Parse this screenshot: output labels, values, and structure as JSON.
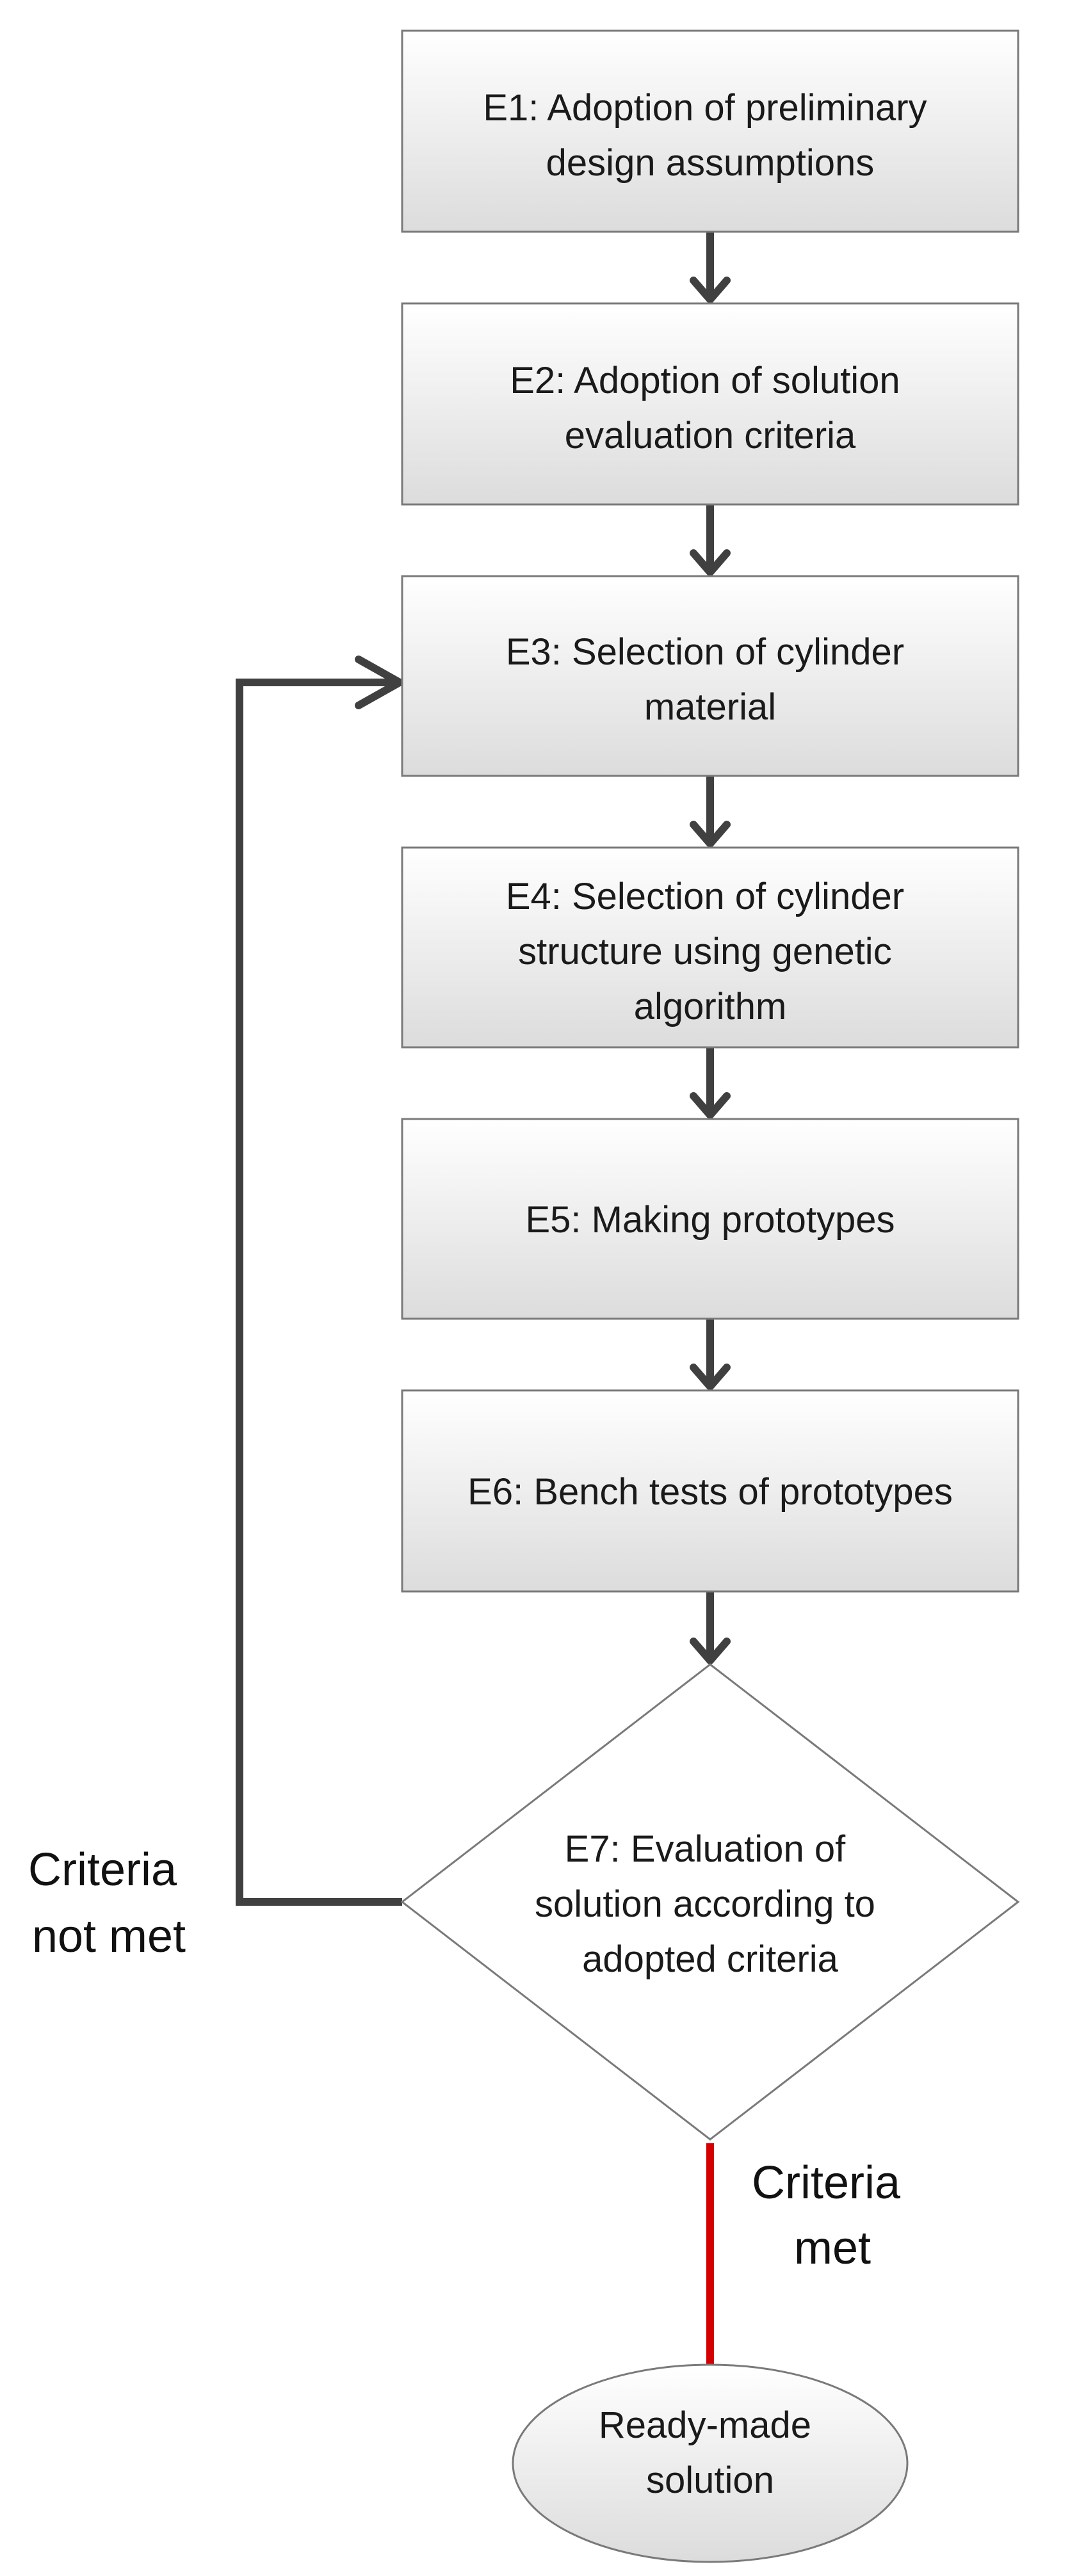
{
  "steps": [
    {
      "id": "E1",
      "lines": [
        "E1: Adoption of preliminary",
        "design assumptions"
      ]
    },
    {
      "id": "E2",
      "lines": [
        "E2: Adoption of solution",
        "evaluation criteria"
      ]
    },
    {
      "id": "E3",
      "lines": [
        "E3: Selection of cylinder",
        "material"
      ]
    },
    {
      "id": "E4",
      "lines": [
        "E4: Selection of cylinder",
        "structure using genetic",
        "algorithm"
      ]
    },
    {
      "id": "E5",
      "lines": [
        "E5: Making prototypes"
      ]
    },
    {
      "id": "E6",
      "lines": [
        "E6: Bench tests of prototypes"
      ]
    }
  ],
  "decision": {
    "id": "E7",
    "lines": [
      "E7: Evaluation of",
      "solution according to",
      "adopted criteria"
    ]
  },
  "result": {
    "lines": [
      "Ready-made",
      "solution"
    ]
  },
  "edges": {
    "not_met": {
      "lines": [
        "Criteria",
        "not met"
      ],
      "color": "#404040"
    },
    "met": {
      "lines": [
        "Criteria",
        "met"
      ],
      "color": "#d40000"
    }
  },
  "colors": {
    "box_fill_top": "#ffffff",
    "box_fill_bottom": "#dcdcdc",
    "box_stroke": "#7a7a7a",
    "connector": "#404040",
    "met_arrow": "#d40000"
  }
}
